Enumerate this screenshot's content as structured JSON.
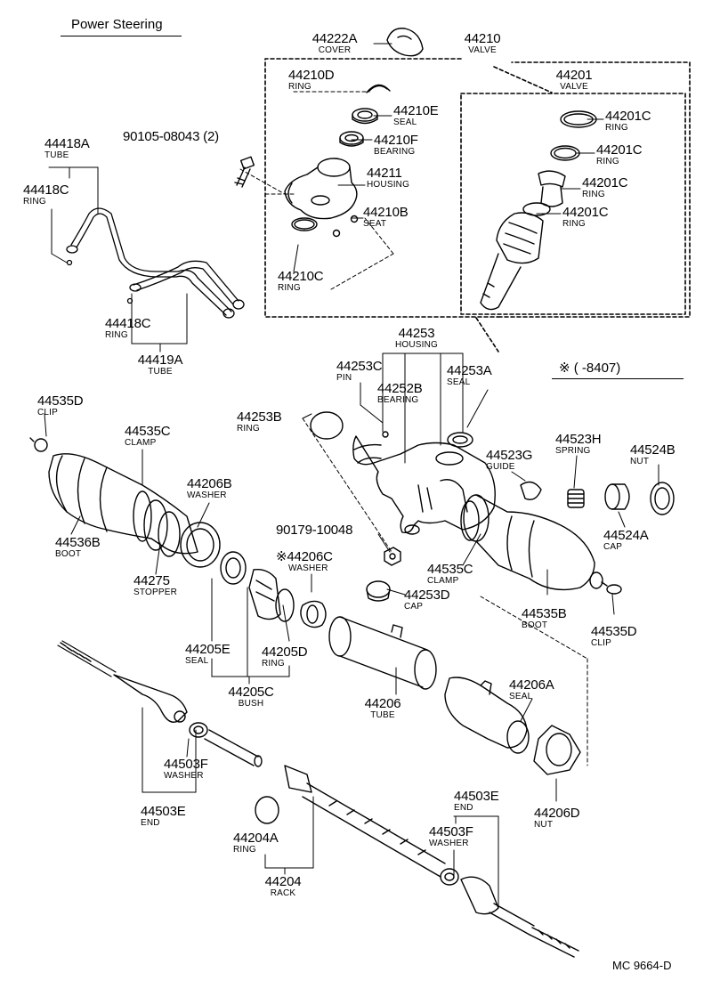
{
  "title": "Power Steering",
  "note": "※ (     -8407)",
  "code": "MC 9664-D",
  "parts": {
    "cover_44222A": {
      "no": "44222A",
      "name": "COVER"
    },
    "valve_44210": {
      "no": "44210",
      "name": "VALVE"
    },
    "ring_44210D": {
      "no": "44210D",
      "name": "RING"
    },
    "seal_44210E": {
      "no": "44210E",
      "name": "SEAL"
    },
    "bearing_44210F": {
      "no": "44210F",
      "name": "BEARING"
    },
    "housing_44211": {
      "no": "44211",
      "name": "HOUSING"
    },
    "seat_44210B": {
      "no": "44210B",
      "name": "SEAT"
    },
    "ring_44210C": {
      "no": "44210C",
      "name": "RING"
    },
    "valve_44201": {
      "no": "44201",
      "name": "VALVE"
    },
    "ring_44201C_1": {
      "no": "44201C",
      "name": "RING"
    },
    "ring_44201C_2": {
      "no": "44201C",
      "name": "RING"
    },
    "ring_44201C_3": {
      "no": "44201C",
      "name": "RING"
    },
    "ring_44201C_4": {
      "no": "44201C",
      "name": "RING"
    },
    "bolt_90105": {
      "no": "90105-08043 (2)",
      "name": ""
    },
    "tube_44418A": {
      "no": "44418A",
      "name": "TUBE"
    },
    "ring_44418C_1": {
      "no": "44418C",
      "name": "RING"
    },
    "ring_44418C_2": {
      "no": "44418C",
      "name": "RING"
    },
    "tube_44419A": {
      "no": "44419A",
      "name": "TUBE"
    },
    "housing_44253": {
      "no": "44253",
      "name": "HOUSING"
    },
    "pin_44253C": {
      "no": "44253C",
      "name": "PIN"
    },
    "bearing_44252B": {
      "no": "44252B",
      "name": "BEARING"
    },
    "seal_44253A": {
      "no": "44253A",
      "name": "SEAL"
    },
    "ring_44253B": {
      "no": "44253B",
      "name": "RING"
    },
    "guide_44523G": {
      "no": "44523G",
      "name": "GUIDE"
    },
    "spring_44523H": {
      "no": "44523H",
      "name": "SPRING"
    },
    "nut_44524B": {
      "no": "44524B",
      "name": "NUT"
    },
    "cap_44524A": {
      "no": "44524A",
      "name": "CAP"
    },
    "clip_44535D_1": {
      "no": "44535D",
      "name": "CLIP"
    },
    "clamp_44535C_1": {
      "no": "44535C",
      "name": "CLAMP"
    },
    "washer_44206B": {
      "no": "44206B",
      "name": "WASHER"
    },
    "boot_44536B": {
      "no": "44536B",
      "name": "BOOT"
    },
    "stopper_44275": {
      "no": "44275",
      "name": "STOPPER"
    },
    "nut_90179": {
      "no": "90179-10048",
      "name": ""
    },
    "washer_44206C": {
      "no": "※44206C",
      "name": "WASHER"
    },
    "clamp_44535C_2": {
      "no": "44535C",
      "name": "CLAMP"
    },
    "cap_44253D": {
      "no": "44253D",
      "name": "CAP"
    },
    "boot_44535B": {
      "no": "44535B",
      "name": "BOOT"
    },
    "clip_44535D_2": {
      "no": "44535D",
      "name": "CLIP"
    },
    "seal_44205E": {
      "no": "44205E",
      "name": "SEAL"
    },
    "ring_44205D": {
      "no": "44205D",
      "name": "RING"
    },
    "bush_44205C": {
      "no": "44205C",
      "name": "BUSH"
    },
    "tube_44206": {
      "no": "44206",
      "name": "TUBE"
    },
    "seal_44206A": {
      "no": "44206A",
      "name": "SEAL"
    },
    "washer_44503F_1": {
      "no": "44503F",
      "name": "WASHER"
    },
    "end_44503E_1": {
      "no": "44503E",
      "name": "END"
    },
    "nut_44206D": {
      "no": "44206D",
      "name": "NUT"
    },
    "end_44503E_2": {
      "no": "44503E",
      "name": "END"
    },
    "washer_44503F_2": {
      "no": "44503F",
      "name": "WASHER"
    },
    "ring_44204A": {
      "no": "44204A",
      "name": "RING"
    },
    "rack_44204": {
      "no": "44204",
      "name": "RACK"
    }
  }
}
